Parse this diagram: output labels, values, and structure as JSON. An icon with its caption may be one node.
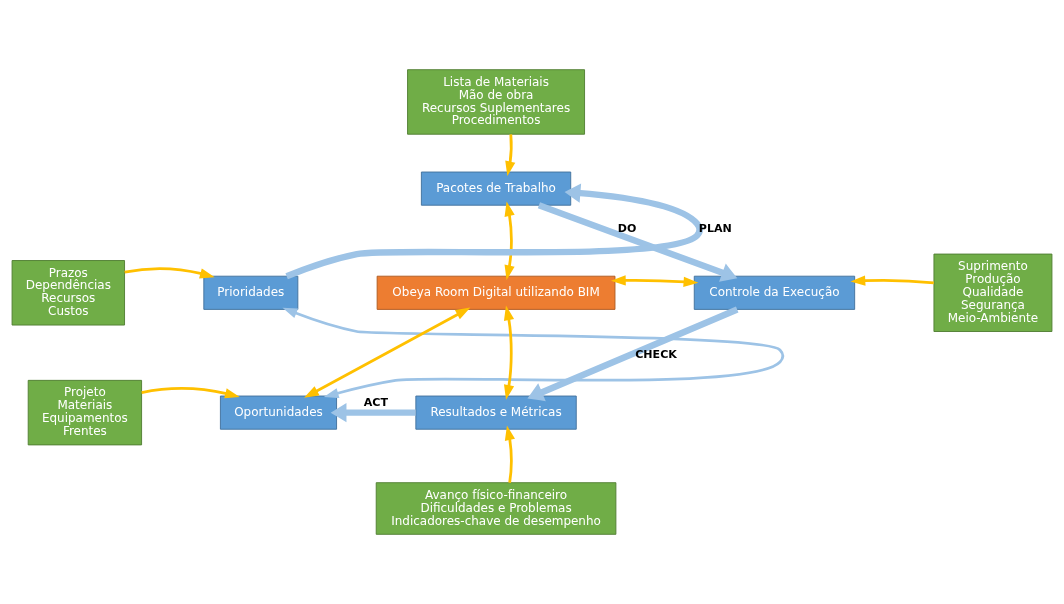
{
  "diagram": {
    "nodes": [
      {
        "text": [
          "Lista de Materiais",
          "Mão de obra",
          "Recursos Suplementares",
          "Procedimentos"
        ]
      },
      {
        "text": [
          "Pacotes de Trabalho"
        ]
      },
      {
        "text": [
          "Prazos",
          "Dependências",
          "Recursos",
          "Custos"
        ]
      },
      {
        "text": [
          "Prioridades"
        ]
      },
      {
        "text": [
          "Obeya Room Digital utilizando BIM"
        ]
      },
      {
        "text": [
          "Controle da Execução"
        ]
      },
      {
        "text": [
          "Suprimento",
          "Produção",
          "Qualidade",
          "Segurança",
          "Meio-Ambiente"
        ]
      },
      {
        "text": [
          "Projeto",
          "Materiais",
          "Equipamentos",
          "Frentes"
        ]
      },
      {
        "text": [
          "Oportunidades"
        ]
      },
      {
        "text": [
          "Resultados e Métricas"
        ]
      },
      {
        "text": [
          "Avanço físico-financeiro",
          "Dificuldades e Problemas",
          "Indicadores-chave de desempenho"
        ]
      }
    ],
    "edges": [
      {
        "from": 0,
        "to": 1,
        "arrow": "to"
      },
      {
        "from": 3,
        "to": 1,
        "arrow": "to",
        "label": "PLAN",
        "style": "thick",
        "color": "#9dc3e6"
      },
      {
        "from": 1,
        "to": 5,
        "arrow": "to",
        "label": "DO",
        "style": "thick",
        "color": "#9dc3e6"
      },
      {
        "from": 5,
        "to": 9,
        "arrow": "to",
        "label": "CHECK",
        "style": "thick",
        "color": "#9dc3e6"
      },
      {
        "from": 9,
        "to": 8,
        "arrow": "to",
        "label": "ACT",
        "style": "thick",
        "color": "#9dc3e6"
      },
      {
        "from": 2,
        "to": 3,
        "arrow": "to"
      },
      {
        "from": 7,
        "to": 8,
        "arrow": "to"
      },
      {
        "from": 6,
        "to": 5,
        "arrow": "to"
      },
      {
        "from": 10,
        "to": 9,
        "arrow": "to"
      },
      {
        "from": 3,
        "to": 8,
        "arrow": "both",
        "color": "#9dc3e6"
      },
      {
        "from": 1,
        "to": 4,
        "arrow": "both"
      },
      {
        "from": 8,
        "to": 4,
        "arrow": "both"
      },
      {
        "from": 4,
        "to": 5,
        "arrow": "both"
      },
      {
        "from": 4,
        "to": 9,
        "arrow": "both"
      }
    ]
  }
}
